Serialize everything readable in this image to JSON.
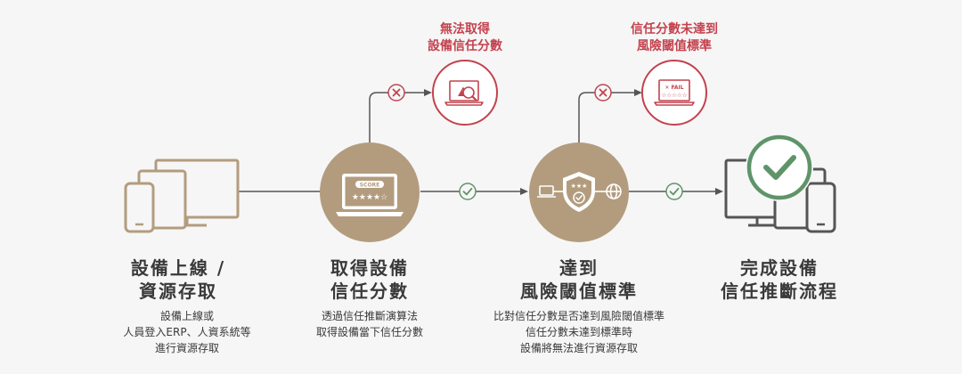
{
  "colors": {
    "accent": "#b39c7e",
    "success": "#5f9469",
    "fail": "#c4424e",
    "line": "#555555",
    "text": "#3a3a3a"
  },
  "icons": {
    "devices": "devices-icon",
    "score_laptop": "laptop-score-icon",
    "shield": "security-shield-icon",
    "complete": "checkmark-devices-icon",
    "warning_laptop": "laptop-warning-icon",
    "fail_laptop": "laptop-fail-icon"
  },
  "steps": [
    {
      "title": "設備上線 /\n資源存取",
      "desc": "設備上線或\n人員登入ERP、人資系統等\n進行資源存取"
    },
    {
      "title": "取得設備\n信任分數",
      "desc": "透過信任推斷演算法\n取得設備當下信任分數",
      "badge": "SCORE",
      "stars": "★★★★☆"
    },
    {
      "title": "達到\n風險閾值標準",
      "desc": "比對信任分數是否達到風險閾值標準\n信任分數未達到標準時\n設備將無法進行資源存取"
    },
    {
      "title": "完成設備\n信任推斷流程",
      "desc": ""
    }
  ],
  "failures": [
    {
      "title": "無法取得\n設備信任分數"
    },
    {
      "title": "信任分數未達到\n風險閾值標準",
      "badge": "✕ FAIL",
      "stars": "☆☆☆☆☆"
    }
  ]
}
